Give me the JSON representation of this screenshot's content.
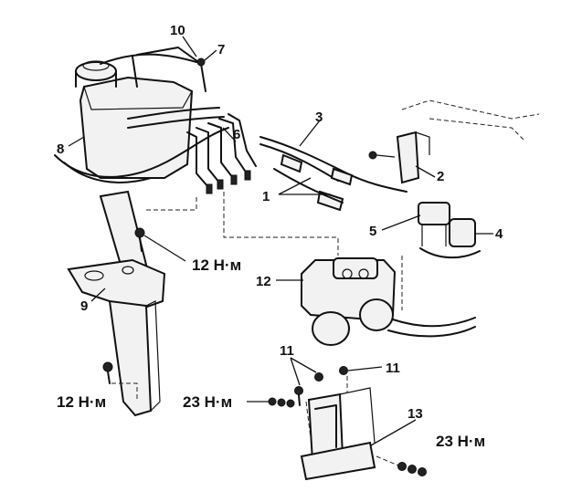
{
  "callouts": {
    "c1": "1",
    "c2": "2",
    "c3": "3",
    "c4": "4",
    "c5": "5",
    "c6": "6",
    "c7": "7",
    "c8": "8",
    "c9": "9",
    "c10": "10",
    "c11a": "11",
    "c11b": "11",
    "c12": "12",
    "c13": "13"
  },
  "torques": {
    "t1": "12 Н·м",
    "t2": "12 Н·м",
    "t3": "23 Н·м",
    "t4": "23 Н·м"
  }
}
